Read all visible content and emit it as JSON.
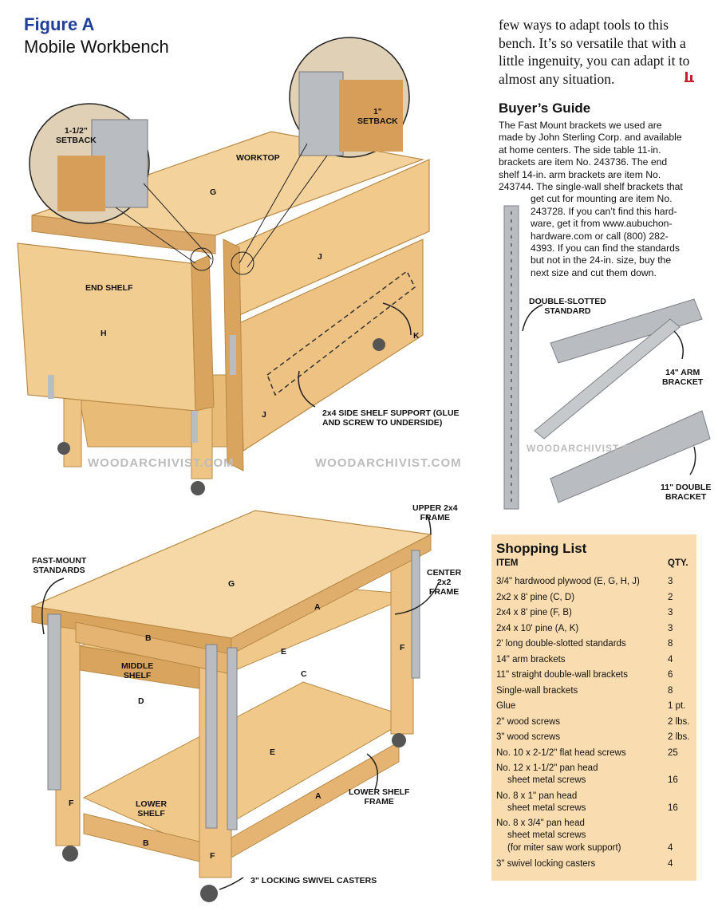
{
  "figure": {
    "title": "Figure A",
    "subtitle": "Mobile Workbench"
  },
  "intro_lines": [
    "few ways to adapt tools to this",
    "bench. It’s so versatile that with a",
    "little ingenuity, you can adapt it to",
    "almost any situation."
  ],
  "buyers_guide": {
    "title": "Buyer’s Guide",
    "lines": [
      "The Fast Mount brackets we used are",
      "made by John Sterling Corp. and available",
      "at home centers. The side table 11-in.",
      "brackets are item No. 243736. The end",
      "shelf 14-in. arm brackets are item No.",
      "243744. The single-wall shelf brackets that",
      "get cut for mounting are item No.",
      "243728. If you can’t find this hard-",
      "ware, get it from www.aubuchon-",
      "hardware.com or call (800) 282-",
      "4393. If you can find the standards",
      "but not in the 24-in. size, buy the",
      "next size and cut them down."
    ]
  },
  "top_labels": {
    "setback_left": [
      "1-1/2\"",
      "SETBACK"
    ],
    "setback_right": [
      "1\"",
      "SETBACK"
    ],
    "worktop": "WORKTOP",
    "end_shelf": "END SHELF",
    "side_support": [
      "2x4 SIDE SHELF SUPPORT (GLUE",
      "AND SCREW TO UNDERSIDE)"
    ],
    "letter_g": "G",
    "letter_h": "H",
    "letter_j1": "J",
    "letter_j2": "J",
    "letter_k": "K"
  },
  "hardware_labels": {
    "standard": [
      "DOUBLE-SLOTTED",
      "STANDARD"
    ],
    "arm": [
      "14\" ARM",
      "BRACKET"
    ],
    "double": [
      "11\" DOUBLE",
      "BRACKET"
    ]
  },
  "watermarks": [
    "WOODARCHIVIST.COM",
    "WOODARCHIVIST.COM",
    "WOODARCHIVIST.COM"
  ],
  "bottom_labels": {
    "upper_frame": [
      "UPPER 2x4",
      "FRAME"
    ],
    "fast_mount": [
      "FAST-MOUNT",
      "STANDARDS"
    ],
    "center_frame": [
      "CENTER",
      "2x2",
      "FRAME"
    ],
    "middle_shelf": [
      "MIDDLE",
      "SHELF"
    ],
    "lower_shelf": [
      "LOWER",
      "SHELF"
    ],
    "lower_shelf_frame": [
      "LOWER SHELF",
      "FRAME"
    ],
    "casters": "3\" LOCKING SWIVEL CASTERS",
    "letters": [
      "G",
      "A",
      "B",
      "E",
      "F",
      "C",
      "D",
      "E",
      "A",
      "F",
      "B",
      "F"
    ]
  },
  "shopping_list": {
    "title": "Shopping List",
    "col_item": "ITEM",
    "col_qty": "QTY.",
    "rows": [
      {
        "item": [
          "3/4\" hardwood plywood (E, G, H, J)"
        ],
        "qty": "3"
      },
      {
        "item": [
          "2x2 x 8' pine (C, D)"
        ],
        "qty": "2"
      },
      {
        "item": [
          "2x4 x 8' pine (F, B)"
        ],
        "qty": "3"
      },
      {
        "item": [
          "2x4 x 10' pine (A, K)"
        ],
        "qty": "3"
      },
      {
        "item": [
          "2' long double-slotted standards"
        ],
        "qty": "8"
      },
      {
        "item": [
          "14\" arm brackets"
        ],
        "qty": "4"
      },
      {
        "item": [
          "11\" straight double-wall brackets"
        ],
        "qty": "6"
      },
      {
        "item": [
          "Single-wall brackets"
        ],
        "qty": "8"
      },
      {
        "item": [
          "Glue"
        ],
        "qty": "1 pt."
      },
      {
        "item": [
          "2\" wood screws"
        ],
        "qty": "2 lbs."
      },
      {
        "item": [
          "3\" wood screws"
        ],
        "qty": "2 lbs."
      },
      {
        "item": [
          "No. 10 x 2-1/2\" flat head screws"
        ],
        "qty": "25"
      },
      {
        "item": [
          "No. 12 x 1-1/2\" pan head",
          "sheet metal screws"
        ],
        "qty": "16"
      },
      {
        "item": [
          "No. 8 x 1\" pan head",
          "sheet metal screws"
        ],
        "qty": "16"
      },
      {
        "item": [
          "No. 8 x 3/4\" pan head",
          "sheet metal screws",
          "(for miter saw work support)"
        ],
        "qty": "4"
      },
      {
        "item": [
          "3\" swivel locking casters"
        ],
        "qty": "4"
      }
    ]
  },
  "colors": {
    "title_blue": "#1f3f9a",
    "wood": "#f0c98a",
    "wood_dark": "#d9a45e",
    "metal": "#b9bcc0",
    "shopping_bg": "#f9ddb0",
    "endmark_red": "#c4222a"
  }
}
